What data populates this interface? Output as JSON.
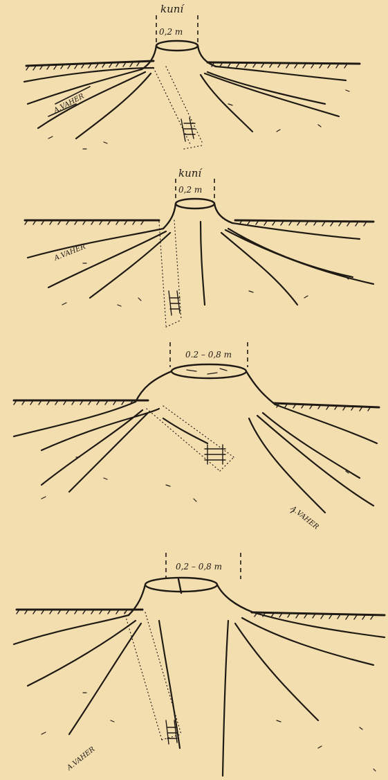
{
  "panels": [
    {
      "id": "panel-1",
      "top_label": "kuní",
      "size_label": "0,2 m",
      "signature": "A.VAHER"
    },
    {
      "id": "panel-2",
      "top_label": "kuní",
      "size_label": "0,2 m",
      "signature": "A.VAHER"
    },
    {
      "id": "panel-3",
      "top_label": "",
      "size_label": "0.2 – 0,8 m",
      "signature": "A.VAHER"
    },
    {
      "id": "panel-4",
      "top_label": "",
      "size_label": "0,2 – 0,8 m",
      "signature": "A.VAHER"
    }
  ],
  "colors": {
    "paper": "#f3deb0",
    "ink": "#1f1a14"
  }
}
